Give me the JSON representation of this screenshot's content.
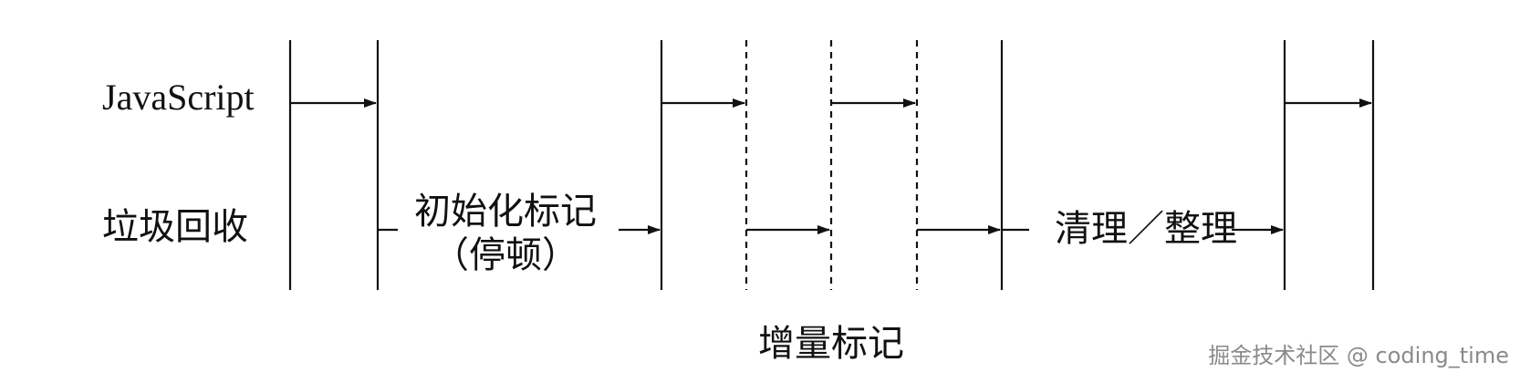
{
  "rows": {
    "javascript": "JavaScript",
    "gc": "垃圾回收"
  },
  "phases": {
    "init_mark": "初始化标记",
    "pause": "（停顿）",
    "cleanup": "清理／整理",
    "incremental": "增量标记"
  },
  "watermark": "掘金技术社区 @ coding_time",
  "colors": {
    "ink": "#111111",
    "watermark": "#8a8a8a",
    "background": "#ffffff"
  }
}
